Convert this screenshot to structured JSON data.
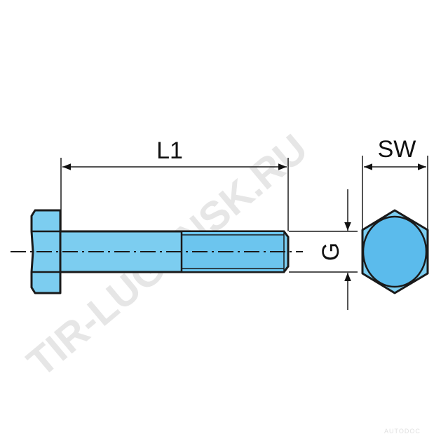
{
  "title": "Hex bolt dimension drawing",
  "labels": {
    "length": "L1",
    "thread": "G",
    "wrench_size": "SW"
  },
  "watermark": "TIR-LUGANSK.RU",
  "corner_mark": "AUTODOC",
  "colors": {
    "part_fill": "#7ccdf0",
    "end_fill": "#5bbbec",
    "line": "#1a1a1a"
  }
}
